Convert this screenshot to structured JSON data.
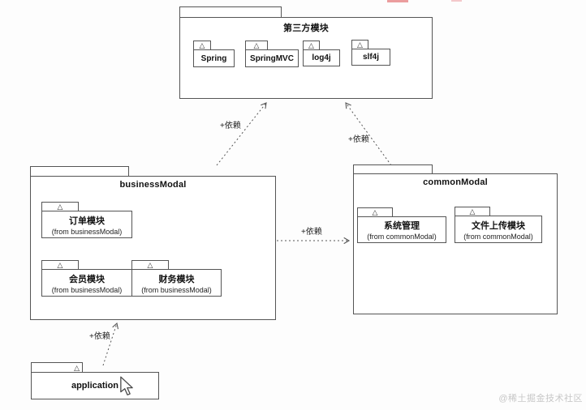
{
  "page": {
    "watermark": "@稀土掘金技术社区"
  },
  "diagram": {
    "type": "uml-package-diagram",
    "colors": {
      "border": "#555555",
      "text": "#111111",
      "arrow": "#555555",
      "watermark": "#c7c7c7",
      "accent_red": "#e26a6c",
      "background": "#fdfdfd"
    },
    "packages": {
      "third_party": {
        "title": "第三方模块",
        "children": [
          {
            "name": "Spring"
          },
          {
            "name": "SpringMVC"
          },
          {
            "name": "log4j"
          },
          {
            "name": "slf4j"
          }
        ]
      },
      "business": {
        "title": "businessModal",
        "children": [
          {
            "name": "订单模块",
            "from": "(from businessModal)"
          },
          {
            "name": "会员模块",
            "from": "(from businessModal)"
          },
          {
            "name": "财务模块",
            "from": "(from businessModal)"
          }
        ]
      },
      "common": {
        "title": "commonModal",
        "children": [
          {
            "name": "系统管理",
            "from": "(from commonModal)"
          },
          {
            "name": "文件上传模块",
            "from": "(from commonModal)"
          }
        ]
      },
      "application": {
        "title": "application"
      }
    },
    "arrows": [
      {
        "from": "businessModal",
        "to": "第三方模块",
        "label": "+依赖",
        "style": "dashed"
      },
      {
        "from": "commonModal",
        "to": "第三方模块",
        "label": "+依赖",
        "style": "dashed"
      },
      {
        "from": "businessModal",
        "to": "commonModal",
        "label": "+依赖",
        "style": "dashed"
      },
      {
        "from": "application",
        "to": "businessModal",
        "label": "+依赖",
        "style": "dashed"
      }
    ]
  }
}
